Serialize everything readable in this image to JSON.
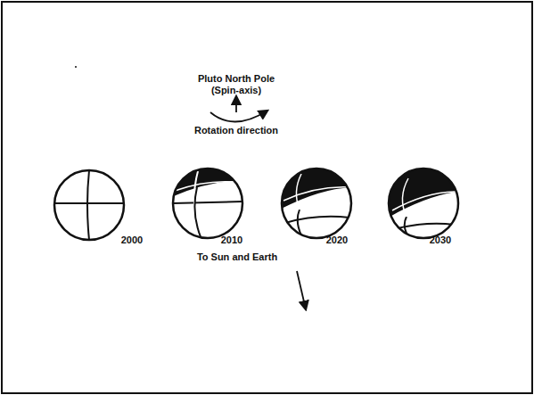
{
  "diagram": {
    "labels": [
      "Pluto North Pole (Spin-axis)",
      "Rotation direction",
      "2000",
      "2010",
      "2020",
      "2030",
      "To Sun and Earth"
    ]
  }
}
